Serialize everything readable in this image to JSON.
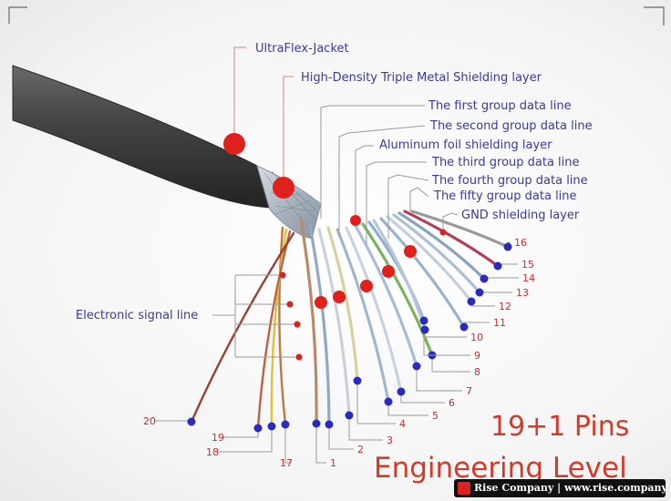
{
  "labels": {
    "jacket": "UltraFlex-Jacket",
    "shielding": "High-Density Triple Metal Shielding layer",
    "group1": "The first group data line",
    "group2": "The second group data line",
    "foil": "Aluminum foil shielding layer",
    "group3": "The third group data line",
    "group4": "The fourth group data line",
    "group5": "The fifty group data line",
    "gnd": "GND shielding layer",
    "signal": "Electronic signal line"
  },
  "pins": [
    "1",
    "2",
    "3",
    "4",
    "5",
    "6",
    "7",
    "8",
    "9",
    "10",
    "11",
    "12",
    "13",
    "14",
    "15",
    "16",
    "17",
    "18",
    "19",
    "20"
  ],
  "title_line1": "19+1 Pins",
  "title_line2": "Engineering Level",
  "brand": "Rise Company | www.rise.company",
  "colors": {
    "label": "#3a3aa0",
    "marker": "#e0201c",
    "pin_dot": "#2a2ac0",
    "pin_number": "#c23030",
    "title": "#d23a2a",
    "cable": "#3b3b3b"
  }
}
